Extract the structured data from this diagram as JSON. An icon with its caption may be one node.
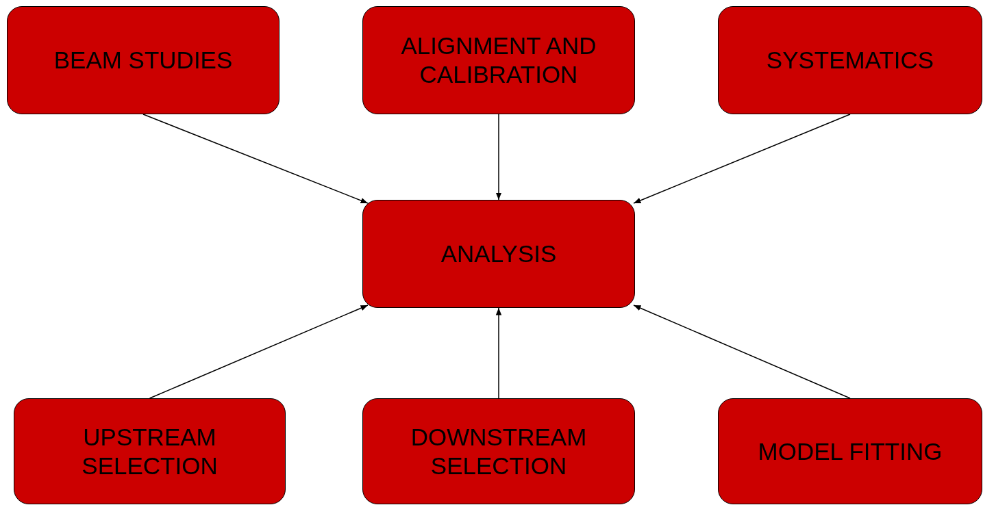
{
  "diagram": {
    "nodes": [
      {
        "text": [
          "BEAM STUDIES"
        ]
      },
      {
        "text": [
          "ALIGNMENT AND CALIBRATION"
        ]
      },
      {
        "text": [
          "SYSTEMATICS"
        ]
      },
      {
        "text": [
          "ANALYSIS"
        ]
      },
      {
        "text": [
          "UPSTREAM SELECTION"
        ]
      },
      {
        "text": [
          "DOWNSTREAM SELECTION"
        ]
      },
      {
        "text": [
          "MODEL FITTING"
        ]
      }
    ],
    "edges": [
      {
        "from": 0,
        "to": 3,
        "arrow": "to"
      },
      {
        "from": 1,
        "to": 3,
        "arrow": "to"
      },
      {
        "from": 2,
        "to": 3,
        "arrow": "to"
      },
      {
        "from": 4,
        "to": 3,
        "arrow": "to"
      },
      {
        "from": 5,
        "to": 3,
        "arrow": "to"
      },
      {
        "from": 6,
        "to": 3,
        "arrow": "to"
      }
    ]
  }
}
